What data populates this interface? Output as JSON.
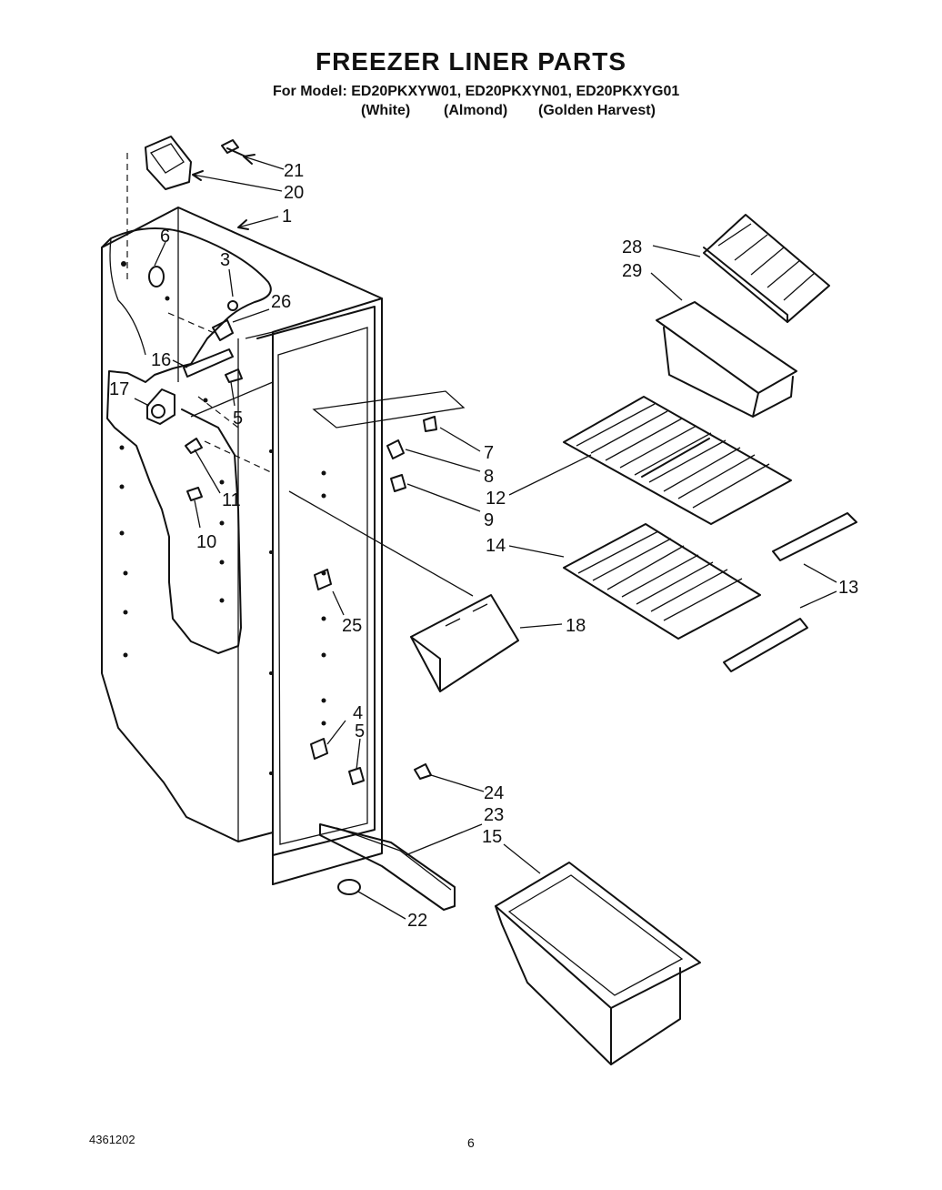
{
  "header": {
    "title": "FREEZER LINER PARTS",
    "model_prefix": "For Model:",
    "models": [
      "ED20PKXYW01,",
      "ED20PKXYN01,",
      "ED20PKXYG01"
    ],
    "colors": [
      "(White)",
      "(Almond)",
      "(Golden Harvest)"
    ]
  },
  "callouts": [
    "1",
    "3",
    "4",
    "5",
    "5",
    "6",
    "7",
    "8",
    "9",
    "10",
    "11",
    "12",
    "13",
    "14",
    "15",
    "16",
    "17",
    "18",
    "20",
    "21",
    "22",
    "23",
    "24",
    "25",
    "26",
    "28",
    "29"
  ],
  "footer": {
    "doc_id": "4361202",
    "page": "6"
  }
}
